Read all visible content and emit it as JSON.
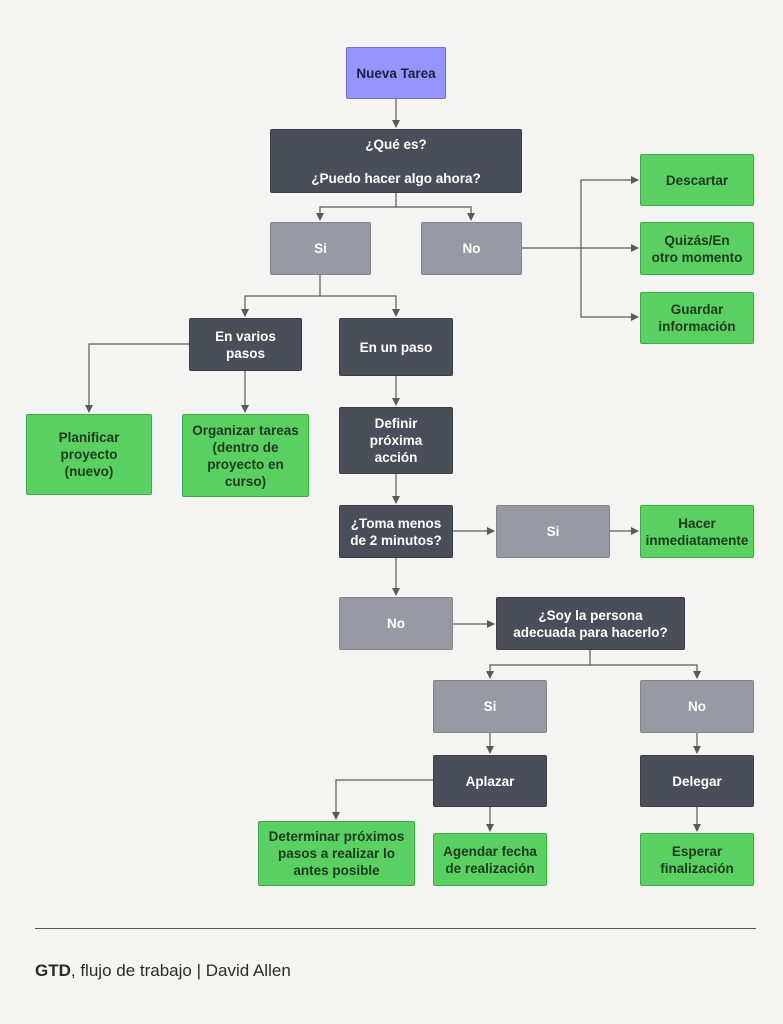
{
  "nodes": {
    "nueva_tarea": "Nueva Tarea",
    "que_es": "¿Qué es?\n\n¿Puedo hacer algo ahora?",
    "si_1": "Si",
    "no_1": "No",
    "descartar": "Descartar",
    "quizas": "Quizás/En\notro momento",
    "guardar": "Guardar\ninformación",
    "en_varios_pasos": "En varios\npasos",
    "en_un_paso": "En un paso",
    "planificar": "Planificar\nproyecto\n(nuevo)",
    "organizar": "Organizar tareas\n(dentro de\nproyecto en\ncurso)",
    "definir": "Definir\npróxima\nacción",
    "toma_menos": "¿Toma menos\nde 2 minutos?",
    "si_2": "Si",
    "hacer": "Hacer\ninmediatamente",
    "no_2": "No",
    "soy_persona": "¿Soy la persona\nadecuada para hacerlo?",
    "si_3": "Si",
    "no_3": "No",
    "aplazar": "Aplazar",
    "delegar": "Delegar",
    "determinar": "Determinar próximos\npasos a realizar lo\nantes posible",
    "agendar": "Agendar fecha\nde realización",
    "esperar": "Esperar\nfinalización"
  },
  "footer": {
    "bold": "GTD",
    "rest": ", flujo de trabajo | David Allen"
  },
  "colors": {
    "start": "#9595fb",
    "decision": "#4a4e58",
    "option": "#979aa3",
    "outcome": "#5bd062",
    "connector": "#5a5a5a"
  }
}
